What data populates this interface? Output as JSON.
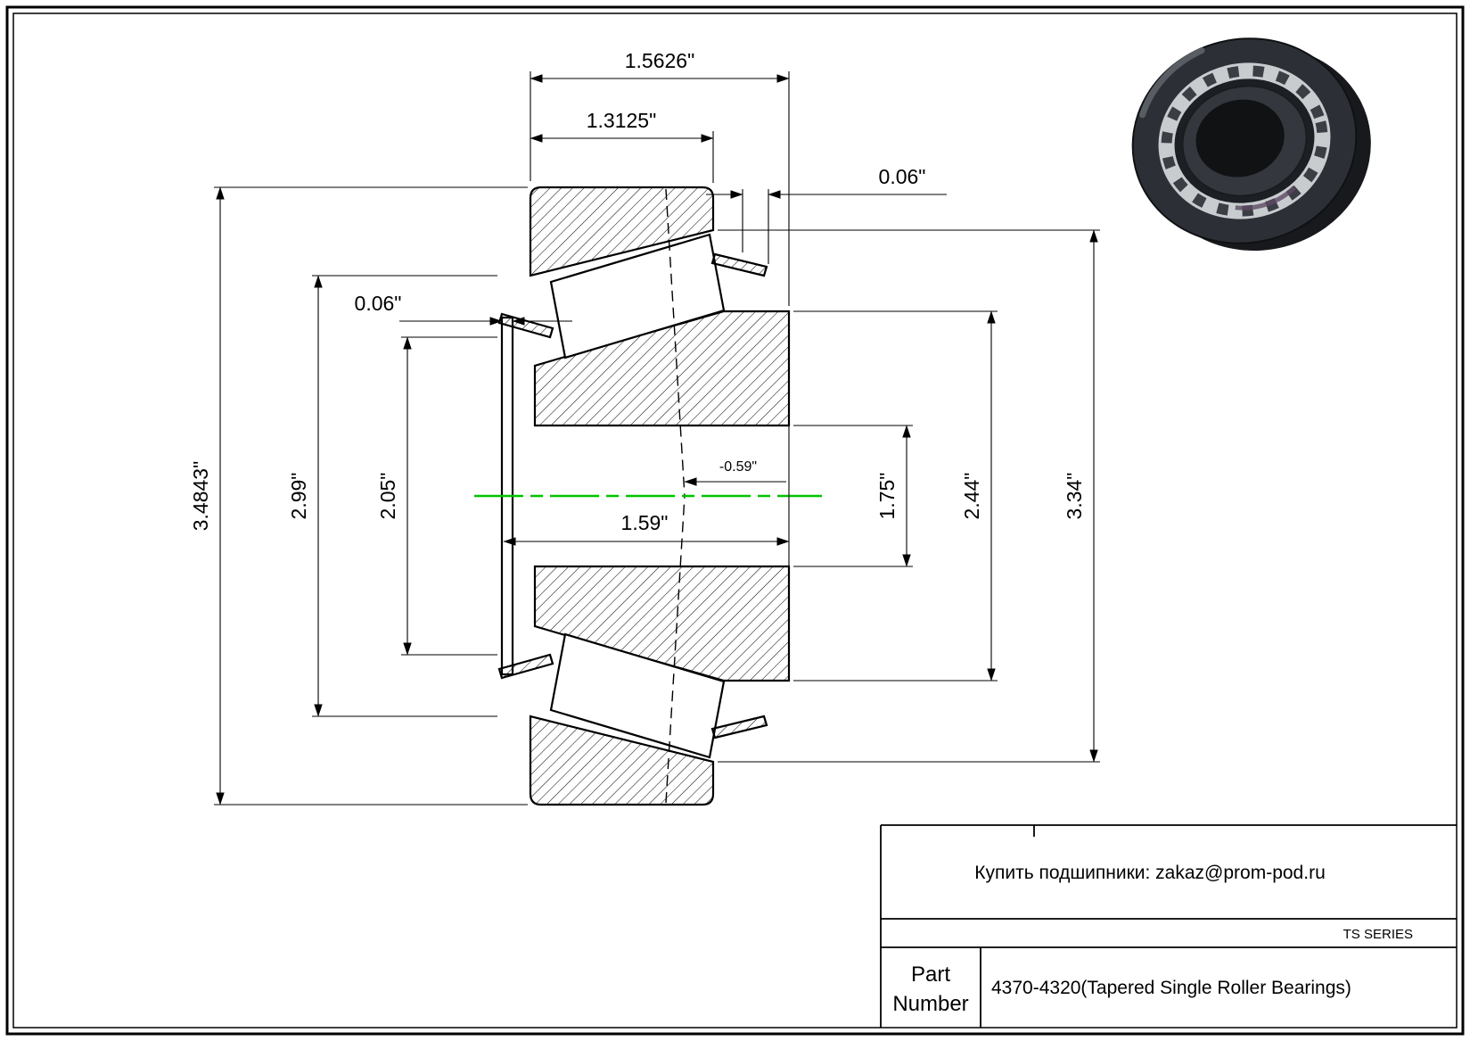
{
  "drawing": {
    "dims": {
      "overall_width": "1.5626\"",
      "cup_width": "1.3125\"",
      "standout_right": "0.06\"",
      "standout_left": "0.06\"",
      "outer_diameter": "3.4843\"",
      "cup_inner": "2.99\"",
      "cage_inner": "2.05\"",
      "cone_width": "1.59\"",
      "effective_center": "-0.59\"",
      "bore": "1.75\"",
      "cone_od": "2.44\"",
      "race_od": "3.34\""
    },
    "centerline_color": "#00c300"
  },
  "title_block": {
    "vendor_line": "Купить подшипники: zakaz@prom-pod.ru",
    "series": "TS SERIES",
    "part_label_line1": "Part",
    "part_label_line2": "Number",
    "part_number": "4370-4320(Tapered Single Roller Bearings)"
  }
}
